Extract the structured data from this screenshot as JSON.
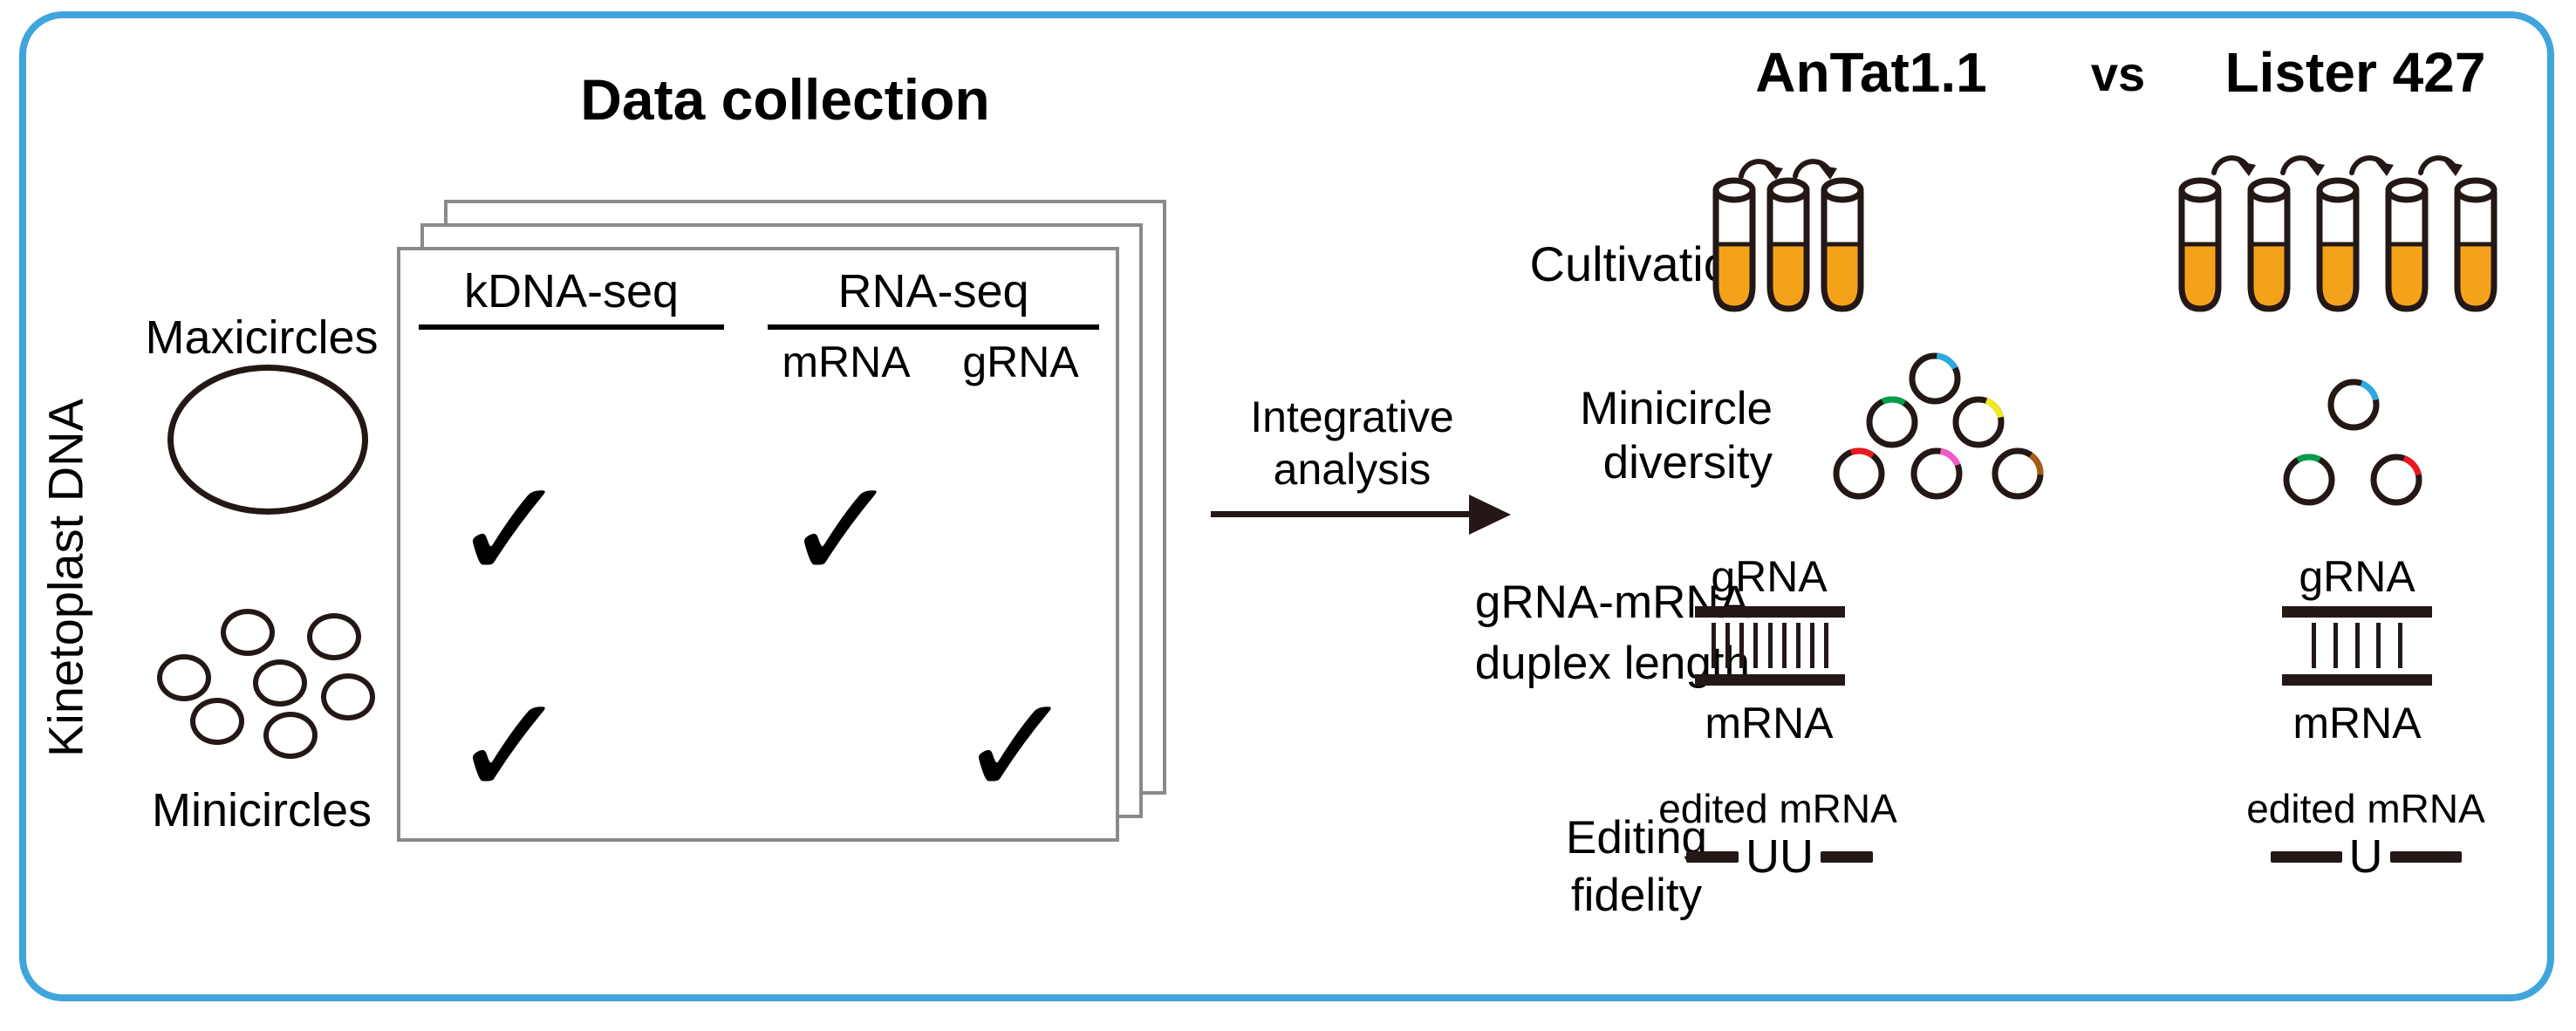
{
  "figure": {
    "border_color": "#3FA5DC",
    "ink_color": "#231815"
  },
  "left_panel": {
    "title": "Data collection",
    "side_label": "Kinetoplast DNA",
    "maxicircles_label": "Maxicircles",
    "minicircles_label": "Minicircles",
    "minicircle_count": 7
  },
  "table": {
    "col_kdna": "kDNA-seq",
    "col_rna": "RNA-seq",
    "sub_mrna": "mRNA",
    "sub_grna": "gRNA",
    "check_glyph": "✓",
    "row_maxicircles": {
      "kdna": true,
      "mrna": true,
      "grna": false
    },
    "row_minicircles": {
      "kdna": true,
      "mrna": false,
      "grna": true
    }
  },
  "arrow": {
    "label_line1": "Integrative",
    "label_line2": "analysis"
  },
  "comparison": {
    "strain_left": "AnTat1.1",
    "vs": "vs",
    "strain_right": "Lister 427",
    "row_labels": {
      "cultivation": "Cultivation",
      "minicircle_line1": "Minicircle",
      "minicircle_line2": "diversity",
      "duplex_line1": "gRNA-mRNA",
      "duplex_line2": "duplex length",
      "editing_line1": "Editing",
      "editing_line2": "fidelity"
    },
    "cultivation": {
      "tube_fill": "#F5A21B",
      "antat": {
        "tubes": 3,
        "arrows": 2
      },
      "lister": {
        "tubes": 5,
        "arrows": 4
      }
    },
    "minicircles": {
      "antat": {
        "count": 6,
        "arc_colors": [
          "#29ABE2",
          "#009E49",
          "#F3EB1C",
          "#E8191F",
          "#F45BC8",
          "#A55B14"
        ]
      },
      "lister": {
        "count": 3,
        "arc_colors": [
          "#29ABE2",
          "#009E49",
          "#E8191F"
        ]
      }
    },
    "duplex": {
      "grna": "gRNA",
      "mrna": "mRNA",
      "antat_ticks": 9,
      "lister_ticks": 5
    },
    "editing": {
      "caption": "edited mRNA",
      "antat_insert": "UU",
      "lister_insert": "U"
    }
  }
}
